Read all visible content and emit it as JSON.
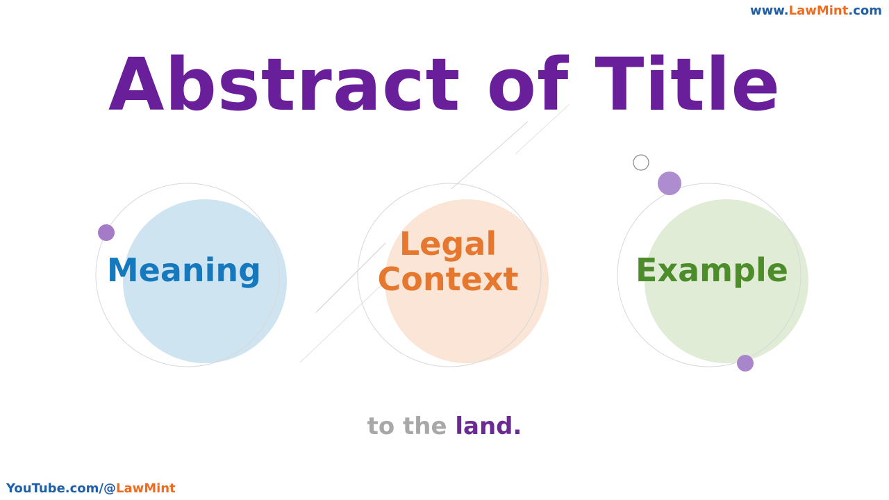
{
  "header": {
    "site_prefix": "www.",
    "site_brand": "LawMint",
    "site_suffix": ".com"
  },
  "title": "Abstract of Title",
  "sections": [
    {
      "label": "Meaning"
    },
    {
      "label_line1": "Legal",
      "label_line2": "Context"
    },
    {
      "label": "Example"
    }
  ],
  "caption": {
    "part1": "to the",
    "part2": "land."
  },
  "footer": {
    "yt_prefix": "YouTube.com/@",
    "yt_brand": "LawMint"
  },
  "colors": {
    "title": "#6a1f9a",
    "meaning": "#1679bd",
    "legal": "#e5782e",
    "example": "#4c8c2b",
    "caption_gray": "#a8a8a8",
    "caption_purple": "#6a2a92",
    "brand_blue": "#1f5fa8",
    "brand_orange": "#ef6b1f"
  }
}
